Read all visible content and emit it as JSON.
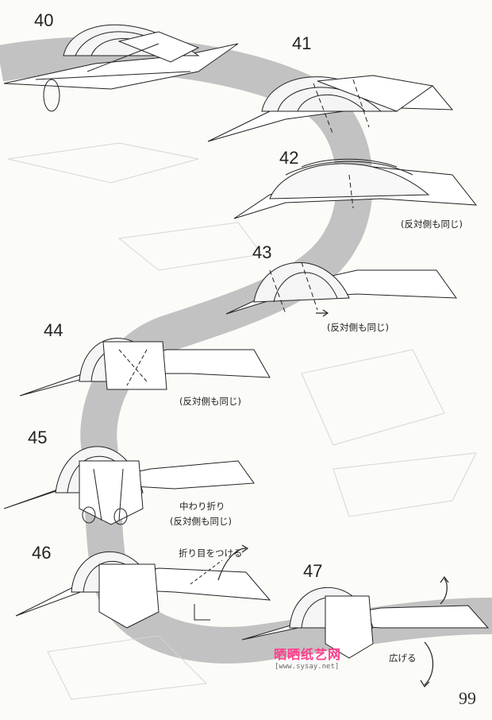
{
  "steps": {
    "s40": "40",
    "s41": "41",
    "s42": "42",
    "s43": "43",
    "s44": "44",
    "s45": "45",
    "s46": "46",
    "s47": "47"
  },
  "notes": {
    "same_other_side_42": "(反対側も同じ)",
    "same_other_side_43": "(反対側も同じ)",
    "same_other_side_44": "(反対側も同じ)",
    "inside_reverse_fold": "中わり折り",
    "same_other_side_45": "(反対側も同じ)",
    "make_crease": "折り目をつける",
    "spread": "広げる"
  },
  "watermark": {
    "name": "晒晒纸艺网",
    "url": "[www.sysay.net]"
  },
  "page_number": "99",
  "colors": {
    "band": "#bdbdbd",
    "paper": "#ffffff",
    "ink": "#222222",
    "watermark": "#ff3d8b"
  }
}
